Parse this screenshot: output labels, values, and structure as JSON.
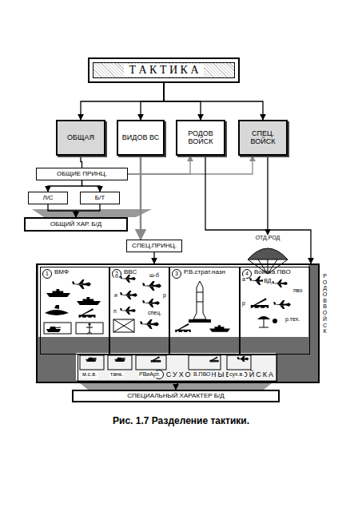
{
  "diagram": {
    "caption": "Рис. 1.7 Разделение тактики.",
    "nodes": [
      {
        "text": [
          "Т А К Т И К А"
        ]
      },
      {
        "text": [
          "ОБЩАЯ"
        ]
      },
      {
        "text": [
          "ВИДОВ ВС"
        ]
      },
      {
        "text": [
          "РОДОВ ВОЙСК"
        ]
      },
      {
        "text": [
          "СПЕЦ. ВОЙСК"
        ]
      },
      {
        "text": [
          "ОБЩИЕ ПРИНЦ."
        ]
      },
      {
        "text": [
          "Л/С"
        ]
      },
      {
        "text": [
          "Б/Т"
        ]
      },
      {
        "text": [
          "ОБЩИЙ ХАР. Б/Д"
        ]
      },
      {
        "text": [
          "ОТД.РОД",
          "ВД"
        ]
      },
      {
        "text": [
          "СПЕЦ.ПРИНЦ."
        ]
      },
      {
        "text": []
      },
      {
        "text": [
          "1",
          "ВМФ"
        ],
        "in": 11
      },
      {
        "text": [
          "2",
          "ВВС"
        ],
        "in": 11
      },
      {
        "text": [
          "3",
          "Р.В.страт.назн"
        ],
        "in": 11
      },
      {
        "text": [
          "4",
          "Войска ПВО"
        ],
        "in": 11
      },
      {
        "text": [
          "5",
          "СУХОПУТНЫЕ ВОЙСКА"
        ],
        "in": 11
      },
      {
        "text": [
          "СПЕЦИАЛЬНЫЙ ХАРАКТЕР Б/Д"
        ]
      }
    ],
    "edges": [
      {
        "from": 0,
        "to": 1,
        "arrow": "to"
      },
      {
        "from": 0,
        "to": 2,
        "arrow": "to"
      },
      {
        "from": 0,
        "to": 3,
        "arrow": "to"
      },
      {
        "from": 0,
        "to": 4,
        "arrow": "to"
      },
      {
        "from": 1,
        "to": 5,
        "arrow": "none"
      },
      {
        "from": 5,
        "to": 6,
        "arrow": "to"
      },
      {
        "from": 5,
        "to": 7,
        "arrow": "to"
      },
      {
        "from": 6,
        "to": 8,
        "arrow": "to"
      },
      {
        "from": 7,
        "to": 8,
        "arrow": "to"
      },
      {
        "from": 2,
        "to": 10,
        "arrow": "to"
      },
      {
        "from": 5,
        "to": 3,
        "arrow": "to"
      },
      {
        "from": 5,
        "to": 4,
        "arrow": "to"
      },
      {
        "from": 4,
        "to": 9,
        "arrow": "to"
      },
      {
        "from": 3,
        "to": 11,
        "arrow": "to"
      },
      {
        "from": 10,
        "to": 11,
        "arrow": "to"
      },
      {
        "from": 16,
        "to": 17,
        "arrow": "to"
      }
    ],
    "labels": [
      "б",
      "ш-б",
      "и",
      "р",
      "п",
      "спец.",
      "а",
      "пво",
      "р",
      "р.тех.",
      "РОДОВ ВОЙСК",
      "м.с.в.",
      "танк.",
      "РВиАрт.",
      "В.ПВО",
      "сух.в."
    ]
  }
}
